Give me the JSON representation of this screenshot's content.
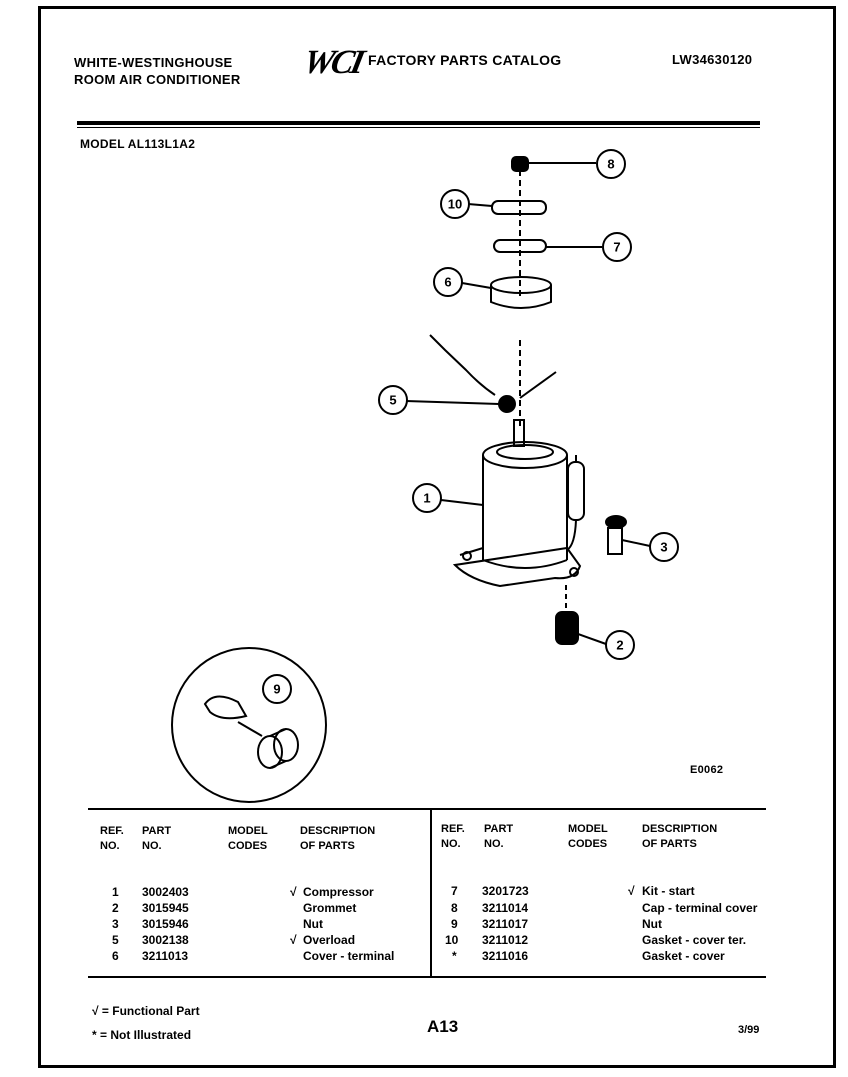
{
  "header": {
    "brand_line1": "WHITE-WESTINGHOUSE",
    "brand_line2": "ROOM AIR CONDITIONER",
    "logo": "WCI",
    "catalog_title": "FACTORY PARTS CATALOG",
    "document_number": "LW34630120"
  },
  "model": "MODEL AL113L1A2",
  "diagram": {
    "figure_code": "E0062",
    "callouts": [
      "1",
      "2",
      "3",
      "5",
      "6",
      "7",
      "8",
      "9",
      "10"
    ]
  },
  "table": {
    "headers": {
      "ref": [
        "REF.",
        "NO."
      ],
      "part": [
        "PART",
        "NO."
      ],
      "model": [
        "MODEL",
        "CODES"
      ],
      "desc": [
        "DESCRIPTION",
        "OF PARTS"
      ]
    },
    "left_rows": [
      {
        "ref": "1",
        "part": "3002403",
        "mark": "√",
        "desc": "Compressor"
      },
      {
        "ref": "2",
        "part": "3015945",
        "mark": "",
        "desc": "Grommet"
      },
      {
        "ref": "3",
        "part": "3015946",
        "mark": "",
        "desc": "Nut"
      },
      {
        "ref": "5",
        "part": "3002138",
        "mark": "√",
        "desc": "Overload"
      },
      {
        "ref": "6",
        "part": "3211013",
        "mark": "",
        "desc": "Cover - terminal"
      }
    ],
    "right_rows": [
      {
        "ref": "7",
        "part": "3201723",
        "mark": "√",
        "desc": "Kit - start"
      },
      {
        "ref": "8",
        "part": "3211014",
        "mark": "",
        "desc": "Cap - terminal cover"
      },
      {
        "ref": "9",
        "part": "3211017",
        "mark": "",
        "desc": "Nut"
      },
      {
        "ref": "10",
        "part": "3211012",
        "mark": "",
        "desc": "Gasket - cover ter."
      },
      {
        "ref": "*",
        "part": "3211016",
        "mark": "",
        "desc": "Gasket - cover"
      }
    ]
  },
  "footer": {
    "legend_functional": "√ = Functional Part",
    "legend_not_illustrated": "* = Not Illustrated",
    "page": "A13",
    "date": "3/99"
  }
}
